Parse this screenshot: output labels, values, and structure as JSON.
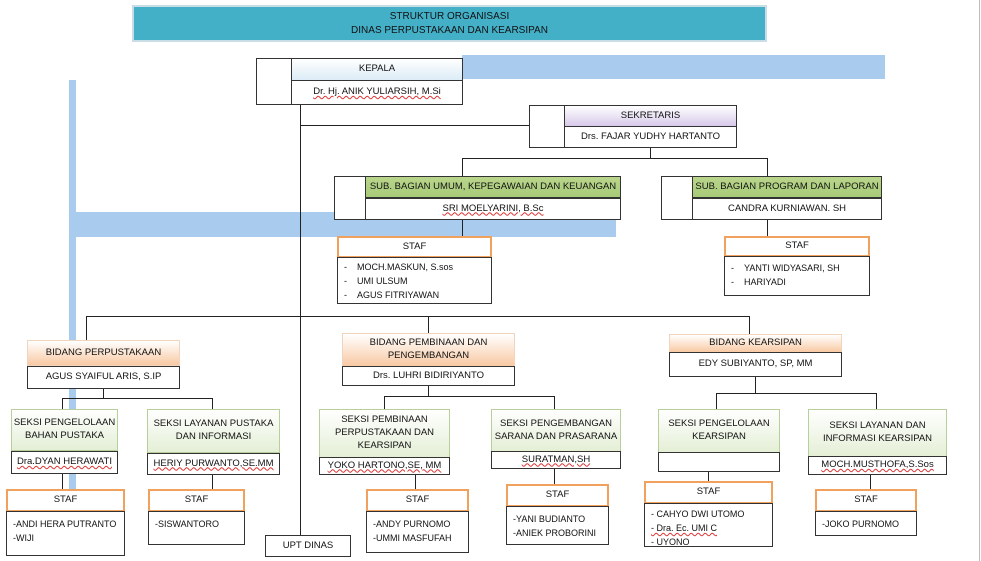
{
  "title": {
    "line1": "STRUKTUR ORGANISASI",
    "line2": "DINAS PERPUSTAKAAN DAN KEARSIPAN"
  },
  "kepala": {
    "title": "KEPALA",
    "name": "Dr. Hj. ANIK YULIARSIH, M.Si"
  },
  "sekretaris": {
    "title": "SEKRETARIS",
    "name": "Drs. FAJAR YUDHY HARTANTO"
  },
  "subbag_umum": {
    "title": "SUB. BAGIAN UMUM, KEPEGAWAIAN DAN KEUANGAN",
    "name": "SRI MOELYARINI, B.Sc",
    "staf_label": "STAF",
    "staf": [
      "MOCH.MASKUN, S.sos",
      "UMI ULSUM",
      "AGUS FITRIYAWAN"
    ]
  },
  "subbag_program": {
    "title": "SUB. BAGIAN PROGRAM DAN LAPORAN",
    "name": "CANDRA KURNIAWAN. SH",
    "staf_label": "STAF",
    "staf": [
      "YANTI WIDYASARI, SH",
      "HARIYADI"
    ]
  },
  "bidang_perpustakaan": {
    "title": "BIDANG PERPUSTAKAAN",
    "name": "AGUS SYAIFUL ARIS, S.IP",
    "seksi": [
      {
        "title1": "SEKSI PENGELOLAAN",
        "title2": "BAHAN PUSTAKA",
        "name": "Dra.DYAN HERAWATI",
        "staf_label": "STAF",
        "staf": [
          "-ANDI HERA PUTRANTO",
          "-WIJI"
        ]
      },
      {
        "title1": "SEKSI LAYANAN PUSTAKA",
        "title2": "DAN INFORMASI",
        "name": "HERIY PURWANTO,SE.MM",
        "staf_label": "STAF",
        "staf": [
          "-SISWANTORO"
        ]
      }
    ]
  },
  "bidang_pembinaan": {
    "title1": "BIDANG PEMBINAAN DAN",
    "title2": "PENGEMBANGAN",
    "name": "Drs. LUHRI BIDIRIYANTO",
    "seksi": [
      {
        "title1": "SEKSI PEMBINAAN",
        "title2": "PERPUSTAKAAN DAN",
        "title3": "KEARSIPAN",
        "name": "YOKO HARTONO,SE, MM",
        "staf_label": "STAF",
        "staf": [
          "-ANDY PURNOMO",
          "-UMMI MASFUFAH"
        ]
      },
      {
        "title1": "SEKSI PENGEMBANGAN",
        "title2": "SARANA DAN PRASARANA",
        "name": "SURATMAN,SH",
        "staf_label": "STAF",
        "staf": [
          "-YANI BUDIANTO",
          "-ANIEK PROBORINI"
        ]
      }
    ]
  },
  "bidang_kearsipan": {
    "title": "BIDANG KEARSIPAN",
    "name": "EDY SUBIYANTO, SP, MM",
    "seksi": [
      {
        "title1": "SEKSI PENGELOLAAN",
        "title2": "KEARSIPAN",
        "name": "",
        "staf_label": "STAF",
        "staf": [
          "- CAHYO DWI UTOMO",
          "- Dra. Ec. UMI C",
          "- UYONO"
        ]
      },
      {
        "title1": "SEKSI LAYANAN DAN",
        "title2": "INFORMASI KEARSIPAN",
        "name": "MOCH.MUSTHOFA,S.Sos",
        "staf_label": "STAF",
        "staf": [
          "-JOKO PURNOMO"
        ]
      }
    ]
  },
  "upt": {
    "label": "UPT DINAS"
  }
}
